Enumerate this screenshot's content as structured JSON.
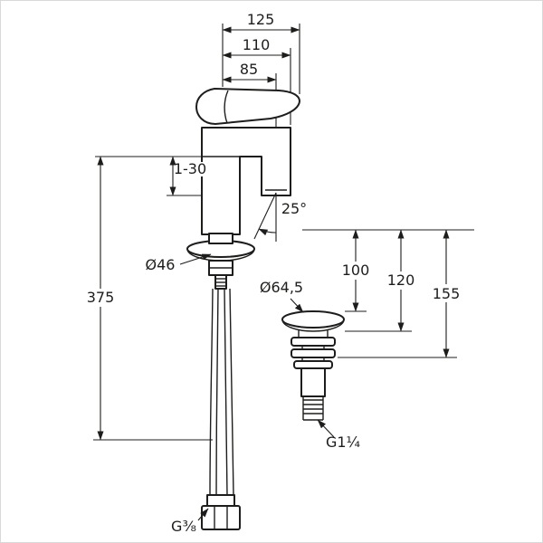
{
  "labels": {
    "top": {
      "overall": "125",
      "spout": "110",
      "aerator": "85"
    },
    "left": {
      "deck_thickness": "1-30",
      "hose_length": "375",
      "base_diameter": "Ø46"
    },
    "spout": {
      "stream_angle": "25°"
    },
    "right": {
      "height_1": "100",
      "height_2": "120",
      "height_3": "155"
    },
    "waste": {
      "diameter": "Ø64,5",
      "thread": "G1¼"
    },
    "supply": {
      "thread": "G³⁄₈"
    }
  },
  "colors": {
    "line": "#1d1d1b",
    "background": "#ffffff"
  }
}
